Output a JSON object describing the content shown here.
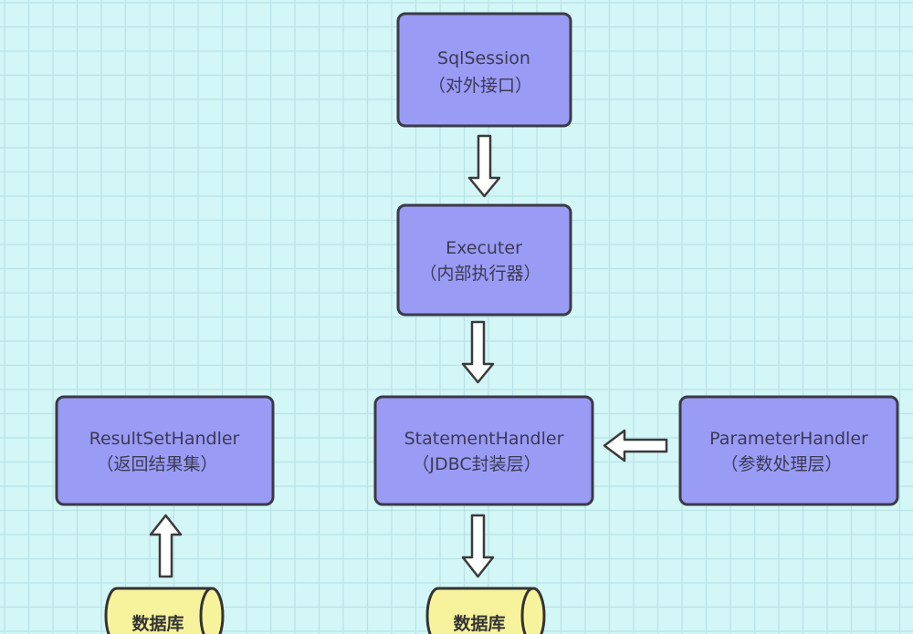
{
  "colors": {
    "background": "#d3f6f6",
    "grid": "#b9e2e6",
    "box_fill": "#9a9bf4",
    "database_fill": "#f7f29c"
  },
  "nodes": {
    "sqlsession": {
      "title": "SqlSession",
      "subtitle": "（对外接口）"
    },
    "executer": {
      "title": "Executer",
      "subtitle": "（内部执行器）"
    },
    "statement_handler": {
      "title": "StatementHandler",
      "subtitle": "（JDBC封装层）"
    },
    "result_set_handler": {
      "title": "ResultSetHandler",
      "subtitle": "（返回结果集）"
    },
    "parameter_handler": {
      "title": "ParameterHandler",
      "subtitle": "（参数处理层）"
    },
    "database_left": {
      "label": "数据库"
    },
    "database_right": {
      "label": "数据库"
    }
  },
  "edges": [
    {
      "from": "SqlSession",
      "to": "Executer"
    },
    {
      "from": "Executer",
      "to": "StatementHandler"
    },
    {
      "from": "ParameterHandler",
      "to": "StatementHandler"
    },
    {
      "from": "StatementHandler",
      "to": "数据库"
    },
    {
      "from": "数据库",
      "to": "ResultSetHandler"
    }
  ]
}
